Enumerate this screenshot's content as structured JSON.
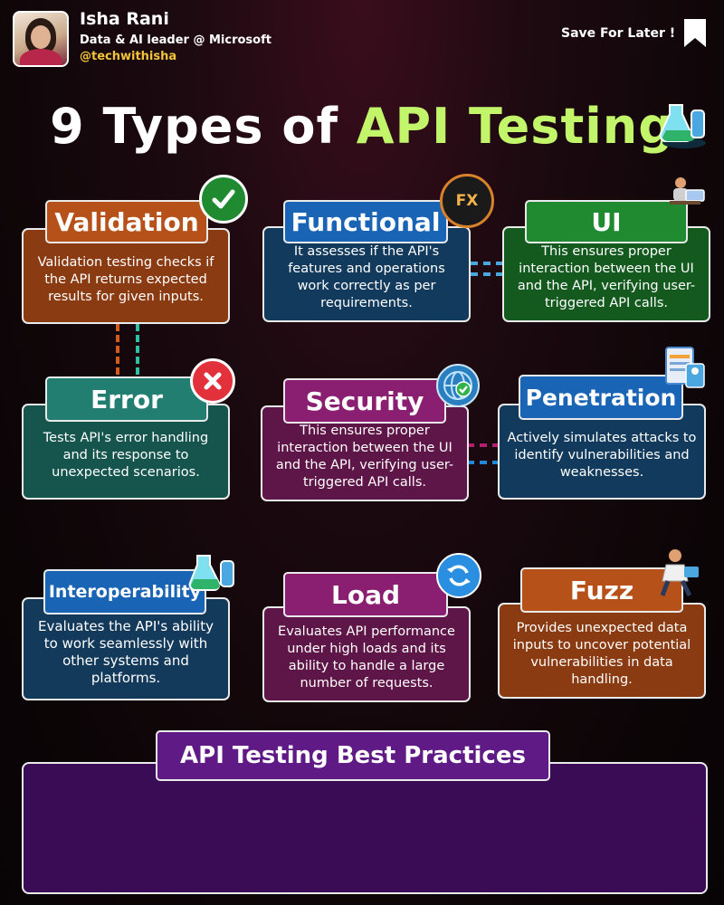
{
  "header": {
    "name": "Isha Rani",
    "role": "Data & AI leader @ Microsoft",
    "handle": "@techwithisha",
    "save_label": "Save For Later !"
  },
  "title": {
    "part1": "9 Types of ",
    "part2": "API Testing"
  },
  "cards": {
    "validation": {
      "title": "Validation",
      "desc": "Validation testing checks if the API returns expected results for given inputs."
    },
    "functional": {
      "title": "Functional",
      "desc": "It assesses if the API's features and operations work correctly as per requirements."
    },
    "ui": {
      "title": "UI",
      "desc": "This ensures proper interaction between the UI and the API, verifying user-triggered API calls."
    },
    "error": {
      "title": "Error",
      "desc": "Tests API's error handling and its response to unexpected scenarios."
    },
    "security": {
      "title": "Security",
      "desc": "This ensures proper interaction between the UI and the API, verifying user-triggered API calls."
    },
    "penetration": {
      "title": "Penetration",
      "desc": "Actively simulates attacks to identify vulnerabilities and weaknesses."
    },
    "interoperability": {
      "title": "Interoperability",
      "desc": "Evaluates the API's ability to work seamlessly with other systems and platforms."
    },
    "load": {
      "title": "Load",
      "desc": "Evaluates API performance under high loads and its ability to handle a large number of requests."
    },
    "fuzz": {
      "title": "Fuzz",
      "desc": "Provides unexpected data inputs to uncover potential vulnerabilities in data handling."
    }
  },
  "best_practices": {
    "title": "API Testing Best Practices"
  },
  "icons": {
    "fx_label": "FX",
    "check": "check-icon",
    "cross": "cross-icon",
    "globe": "globe-check-icon",
    "refresh": "refresh-icon",
    "bookmark": "bookmark-icon"
  },
  "colors": {
    "accent_green": "#c3f56b",
    "handle_yellow": "#f3c43a",
    "brown": "#b6511a",
    "blue": "#1a64b6",
    "green": "#1f8a30",
    "teal": "#237e72",
    "magenta": "#8a1e70",
    "purple": "#5f1a86"
  }
}
